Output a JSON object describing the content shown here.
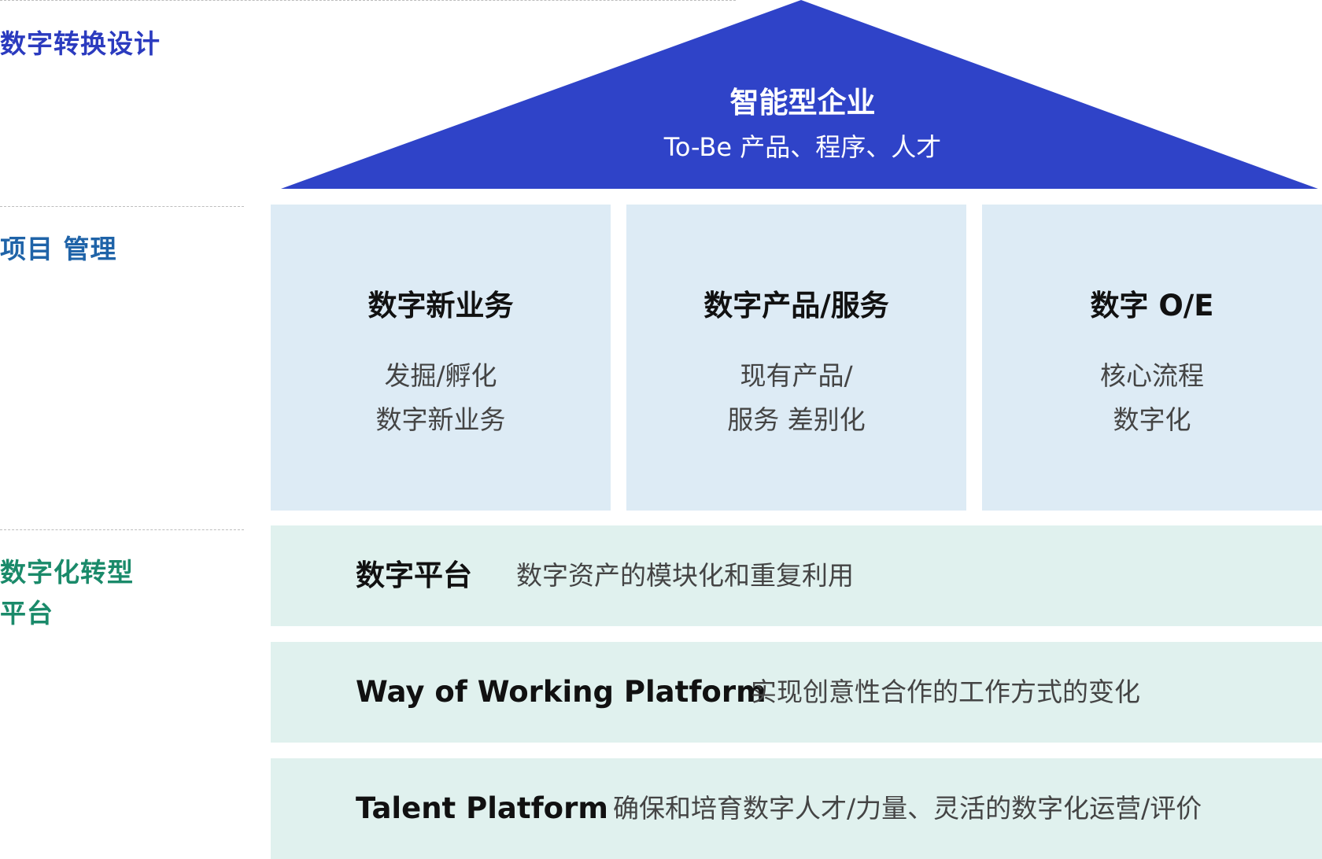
{
  "side_labels": [
    {
      "lines": [
        "数字转换设计"
      ],
      "color": "#2b3bbf"
    },
    {
      "lines": [
        "项目 管理"
      ],
      "color": "#1f63a8"
    },
    {
      "lines": [
        "数字化转型",
        "平台"
      ],
      "color": "#1a8a6a"
    }
  ],
  "roof": {
    "title": "智能型企业",
    "subtitle": "To-Be 产品、程序、人才",
    "color": "#2f43c8"
  },
  "pillars": [
    {
      "title": "数字新业务",
      "desc": [
        "发掘/孵化",
        "数字新业务"
      ]
    },
    {
      "title": "数字产品/服务",
      "desc": [
        "现有产品/",
        "服务 差别化"
      ]
    },
    {
      "title": "数字 O/E",
      "desc": [
        "核心流程",
        "数字化"
      ]
    }
  ],
  "bands": [
    {
      "title": "数字平台",
      "desc": "数字资产的模块化和重复利用"
    },
    {
      "title": "Way of Working Platform",
      "desc": "实现创意性合作的工作方式的变化"
    },
    {
      "title": "Talent Platform",
      "desc": "确保和培育数字人才/力量、灵活的数字化运营/评价"
    }
  ],
  "colors": {
    "pillar_bg": "#ddebf5",
    "band_bg": "#e0f1ee",
    "dash": "#bdbdbd"
  }
}
